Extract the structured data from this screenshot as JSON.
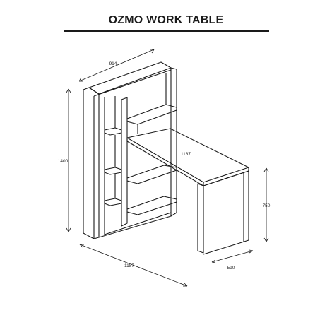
{
  "title": "OZMO WORK TABLE",
  "colors": {
    "line": "#1a1a1a",
    "background": "#ffffff"
  },
  "dimensions": {
    "width_top": "914",
    "height_total": "1400",
    "table_length": "1187",
    "base_length": "1187",
    "table_height": "750",
    "table_depth": "590"
  }
}
